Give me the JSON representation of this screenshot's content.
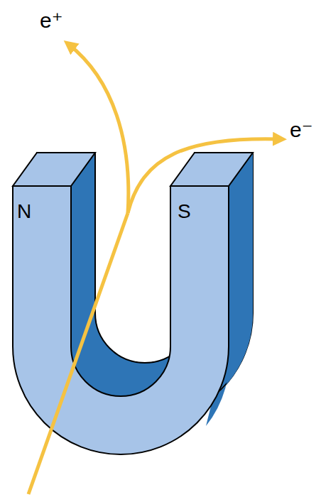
{
  "diagram": {
    "labels": [
      "e⁺",
      "e⁻",
      "N",
      "S"
    ]
  }
}
